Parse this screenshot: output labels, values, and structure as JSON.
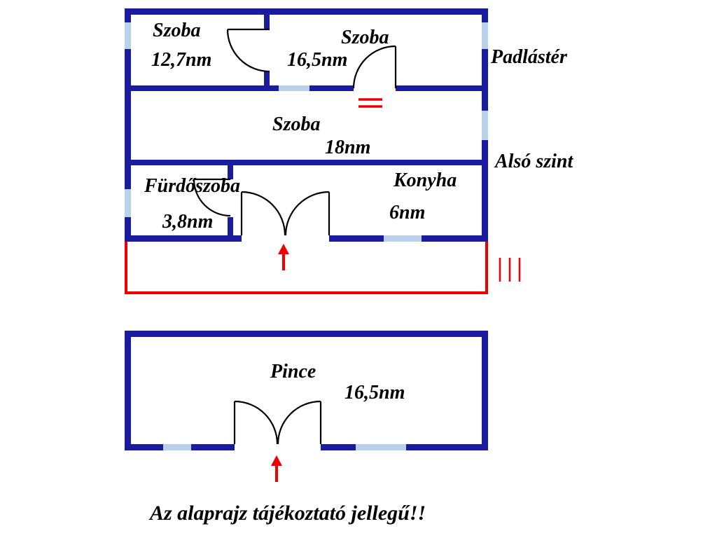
{
  "colors": {
    "bg": "#ffffff",
    "wall": "#1b1b9e",
    "window": "#b9d2e9",
    "red": "#ee0000",
    "text": "#000000"
  },
  "upper_floor": {
    "rooms": {
      "szoba1": {
        "name": "Szoba",
        "area": "12,7nm"
      },
      "szoba2": {
        "name": "Szoba",
        "area": "16,5nm"
      },
      "szoba3": {
        "name": "Szoba",
        "area": "18nm"
      },
      "furdoszoba": {
        "name": "Fürdőszoba",
        "area": "3,8nm"
      },
      "konyha": {
        "name": "Konyha",
        "area": "6nm"
      }
    },
    "annotations": {
      "attic": "Padlástér",
      "lower_level": "Alsó szint"
    }
  },
  "basement": {
    "rooms": {
      "pince": {
        "name": "Pince",
        "area": "16,5nm"
      }
    }
  },
  "footer": {
    "disclaimer": "Az alaprajz tájékoztató jellegű!!"
  }
}
